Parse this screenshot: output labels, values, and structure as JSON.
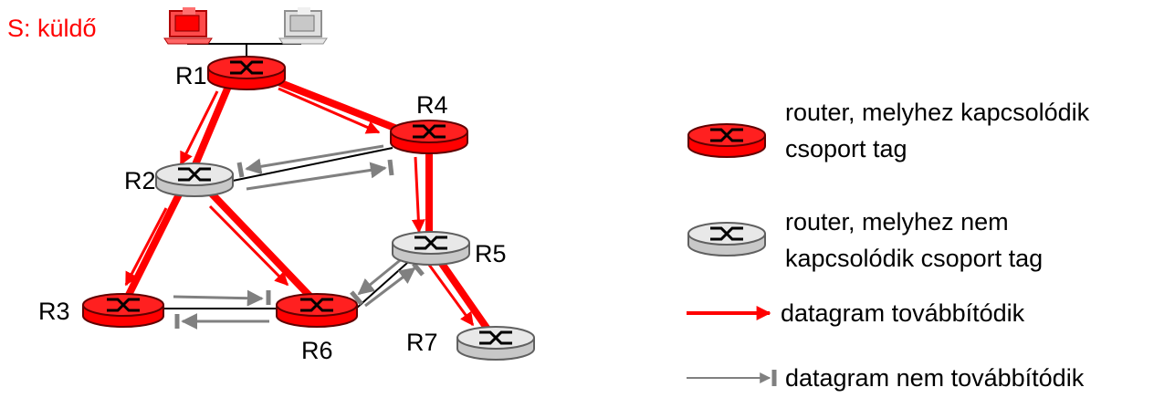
{
  "sender_label": "S: küldő",
  "routers": [
    {
      "id": "R1",
      "label": "R1",
      "member": true
    },
    {
      "id": "R2",
      "label": "R2",
      "member": false
    },
    {
      "id": "R3",
      "label": "R3",
      "member": true
    },
    {
      "id": "R4",
      "label": "R4",
      "member": true
    },
    {
      "id": "R5",
      "label": "R5",
      "member": false
    },
    {
      "id": "R6",
      "label": "R6",
      "member": true
    },
    {
      "id": "R7",
      "label": "R7",
      "member": false
    }
  ],
  "legend": {
    "member_router_line1": "router, melyhez kapcsolódik",
    "member_router_line2": "csoport tag",
    "nonmember_router_line1": "router, melyhez nem",
    "nonmember_router_line2": "kapcsolódik csoport tag",
    "forwarded": "datagram továbbítódik",
    "not_forwarded": "datagram nem továbbítódik"
  },
  "colors": {
    "member": "#ff0000",
    "nonmember": "#d9d9d9",
    "forward_arrow": "#ff0000",
    "blocked_arrow": "#808080"
  }
}
